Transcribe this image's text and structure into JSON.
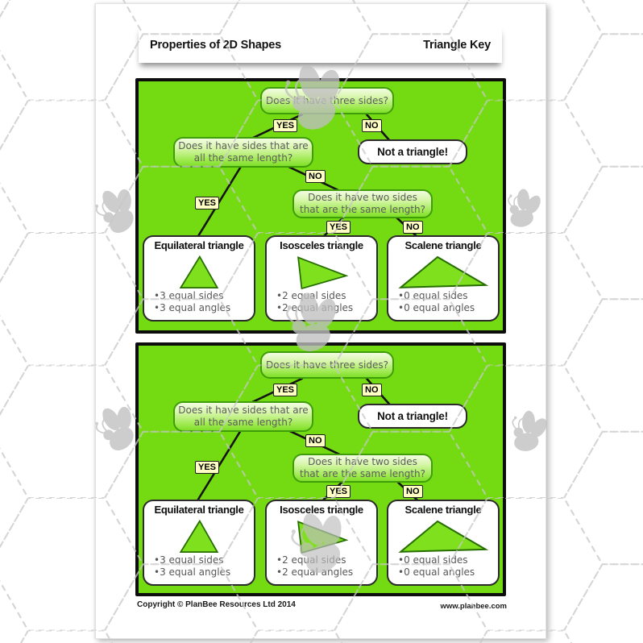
{
  "header": {
    "left_title": "Properties of 2D Shapes",
    "right_title": "Triangle Key"
  },
  "flowchart": {
    "yes": "YES",
    "no": "NO",
    "q_three_sides": "Does it have three sides?",
    "q_all_same": "Does it have sides that are all the same length?",
    "q_two_sides": "Does it have two sides that are the same length?",
    "not_triangle": "Not a triangle!",
    "results": [
      {
        "title": "Equilateral triangle",
        "sides": "•3 equal sides",
        "angles": "•3 equal angles"
      },
      {
        "title": "Isosceles triangle",
        "sides": "•2 equal sides",
        "angles": "•2 equal angles"
      },
      {
        "title": "Scalene triangle",
        "sides": "•0 equal sides",
        "angles": "•0 equal angles"
      }
    ]
  },
  "footer": {
    "copyright": "Copyright © PlanBee Resources Ltd 2014",
    "website": "www.planbee.com"
  },
  "colors": {
    "chart_green": "#74DB12",
    "question_border": "#3E9D08",
    "triangle_fill": "#7FE01E",
    "label_bg": "#FFFFC4"
  }
}
